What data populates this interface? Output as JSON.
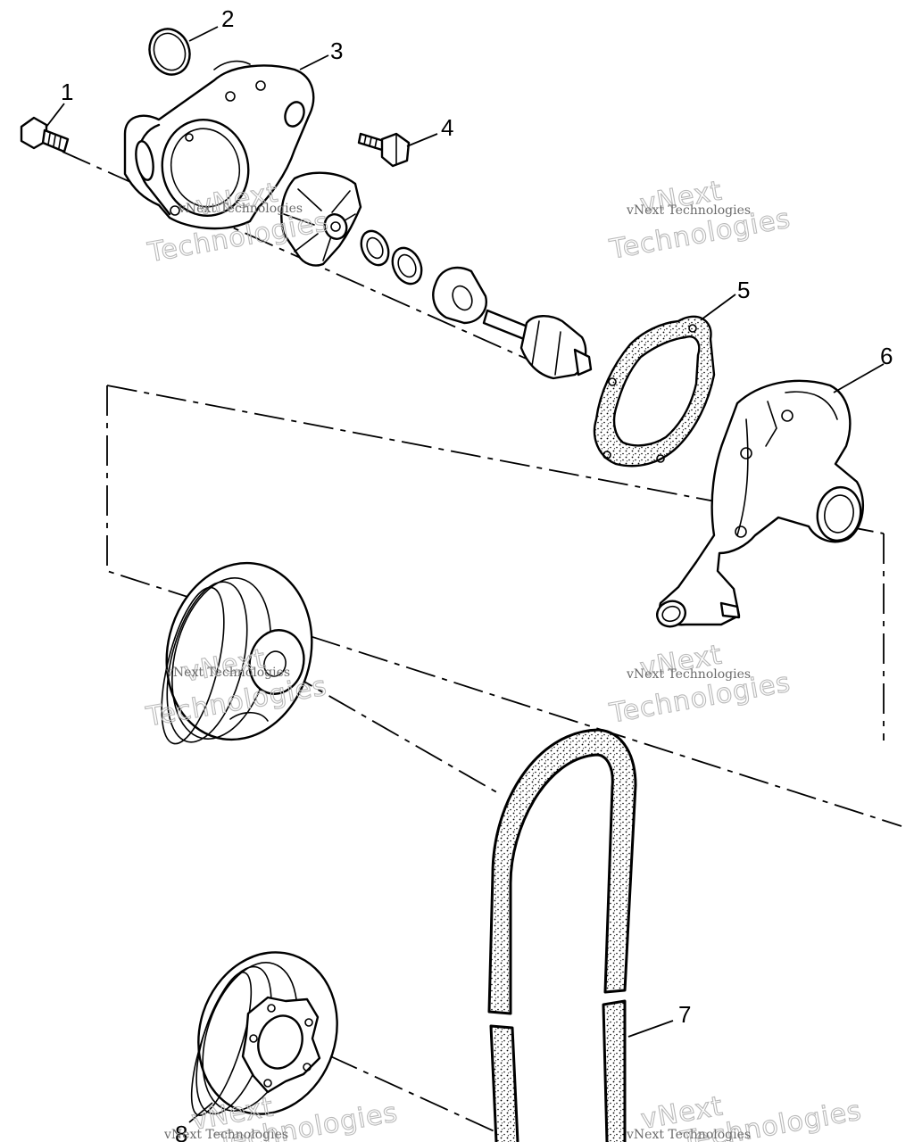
{
  "callouts": [
    {
      "id": "1",
      "label": "1"
    },
    {
      "id": "2",
      "label": "2"
    },
    {
      "id": "3",
      "label": "3"
    },
    {
      "id": "4",
      "label": "4"
    },
    {
      "id": "5",
      "label": "5"
    },
    {
      "id": "6",
      "label": "6"
    },
    {
      "id": "7",
      "label": "7"
    },
    {
      "id": "8",
      "label": "8"
    }
  ],
  "watermark": {
    "small": "vNext Technologies",
    "big_line1": "vNext",
    "big_line2": "Technologies"
  },
  "colors": {
    "ink": "#000000",
    "paper": "#ffffff",
    "watermark": "#b9b9b9"
  }
}
